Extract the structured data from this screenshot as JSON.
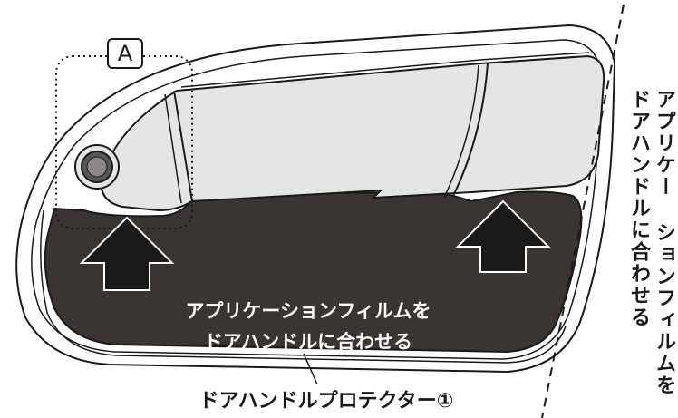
{
  "callout": {
    "label": "A"
  },
  "film": {
    "caption_line1": "アプリケーションフィルムを",
    "caption_line2": "ドアハンドルに合わせる"
  },
  "part": {
    "label": "ドアハンドルプロテクター①"
  },
  "side_note": {
    "line1": "アプリケー ションフィルムを",
    "line2": "ドアハンドルに合わせる"
  },
  "colors": {
    "film": "#3a3433",
    "handle": "#e4e6e5",
    "outline": "#1a1a1a"
  }
}
